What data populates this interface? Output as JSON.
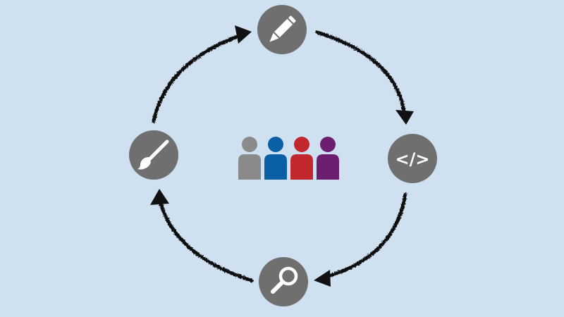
{
  "background": "#cfe1f1",
  "node_color": "#6f6f6f",
  "icon_color": "#ffffff",
  "arrow_color": "#111111",
  "nodes": [
    {
      "id": "plan",
      "icon": "pencil-icon"
    },
    {
      "id": "develop",
      "icon": "code-icon",
      "label": "</>"
    },
    {
      "id": "test",
      "icon": "magnifier-icon"
    },
    {
      "id": "design",
      "icon": "paintbrush-icon"
    }
  ],
  "team": {
    "people": [
      {
        "color": "#8a8a8a"
      },
      {
        "color": "#0b5fa5"
      },
      {
        "color": "#c1272d"
      },
      {
        "color": "#6c1f70"
      }
    ]
  }
}
